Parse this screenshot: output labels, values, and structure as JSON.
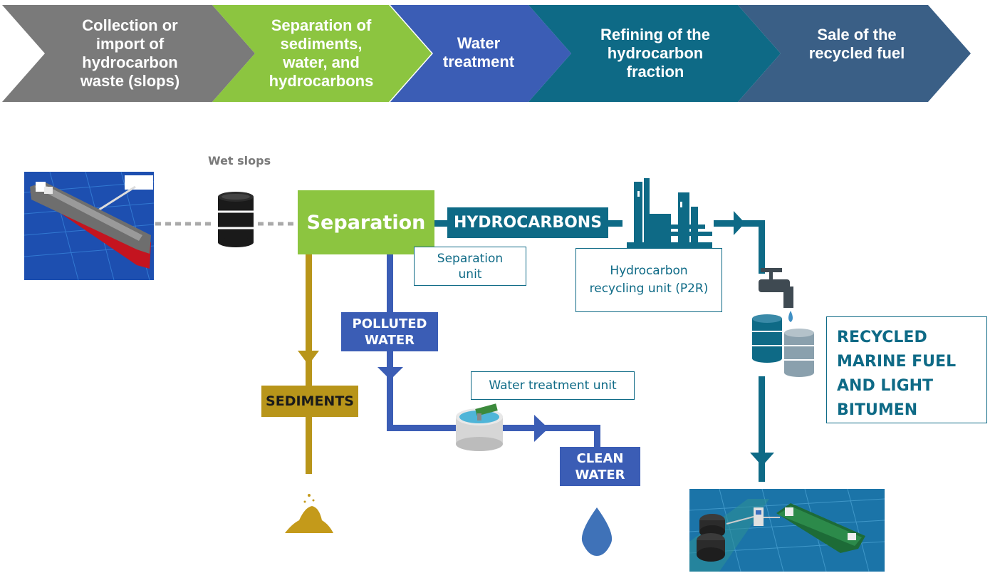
{
  "process_steps": [
    {
      "label": "Collection or import of hydrocarbon waste (slops)",
      "color": "#7a7a7a"
    },
    {
      "label": "Separation of sediments, water, and hydrocarbons",
      "color": "#8cc540"
    },
    {
      "label": "Water treatment",
      "color": "#3b5db5"
    },
    {
      "label": "Refining of the hydrocarbon fraction",
      "color": "#0e6a86"
    },
    {
      "label": "Sale of the recycled fuel",
      "color": "#3a5f86"
    }
  ],
  "diagram": {
    "wet_slops": "Wet slops",
    "separation": "Separation",
    "separation_unit": "Separation unit",
    "hydrocarbons": "HYDROCARBONS",
    "hydrocarbon_unit": "Hydrocarbon recycling unit (P2R)",
    "polluted_water": "POLLUTED WATER",
    "sediments": "SEDIMENTS",
    "water_treatment_unit": "Water treatment unit",
    "clean_water": "CLEAN WATER",
    "recycled_output": "RECYCLED MARINE FUEL AND LIGHT BITUMEN"
  },
  "colors": {
    "gray": "#7a7a7a",
    "green": "#8cc540",
    "blue": "#3b5db5",
    "teal": "#0e6a86",
    "gold": "#b8951a",
    "steel": "#3a5f86"
  }
}
